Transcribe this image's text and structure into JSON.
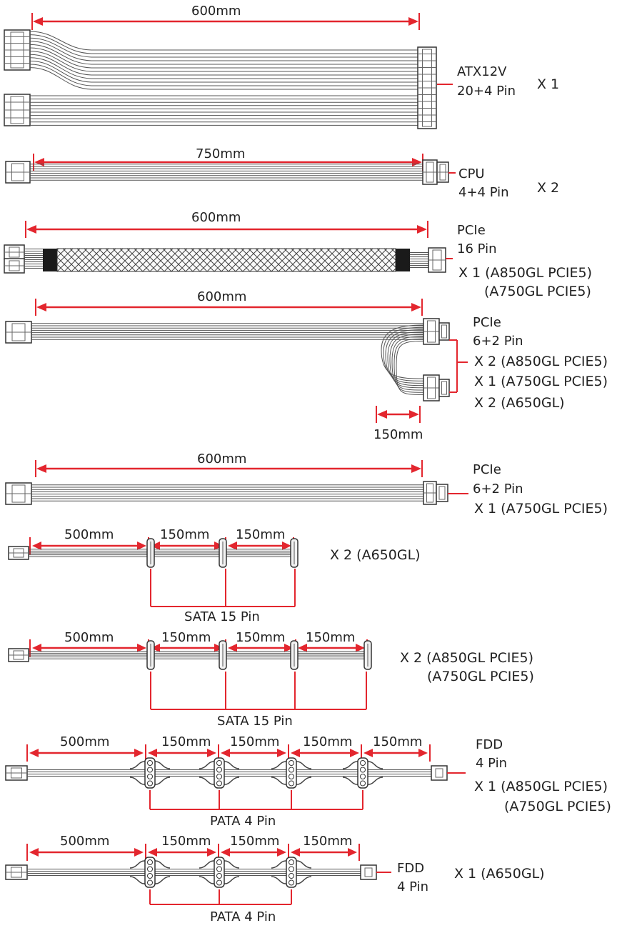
{
  "diagram": {
    "colors": {
      "dimension_line": "#e3262e",
      "cable": "#555555",
      "text": "#222222"
    },
    "cables": [
      {
        "length": "600mm",
        "connector": [
          "ATX12V",
          "20+4 Pin"
        ],
        "quantity": [
          "X 1"
        ]
      },
      {
        "length": "750mm",
        "connector": [
          "CPU",
          "4+4 Pin"
        ],
        "quantity": [
          "X 2"
        ]
      },
      {
        "length": "600mm",
        "connector": [
          "PCIe",
          "16 Pin"
        ],
        "quantity": [
          "X 1 (A850GL PCIE5)",
          "(A750GL PCIE5)"
        ]
      },
      {
        "length": "600mm",
        "branch_length": "150mm",
        "connector": [
          "PCIe",
          "6+2 Pin"
        ],
        "quantity": [
          "X 2 (A850GL PCIE5)",
          "X 1 (A750GL PCIE5)",
          "X 2 (A650GL)"
        ]
      },
      {
        "length": "600mm",
        "connector": [
          "PCIe",
          "6+2 Pin"
        ],
        "quantity": [
          "X 1 (A750GL PCIE5)"
        ]
      },
      {
        "segments": [
          "500mm",
          "150mm",
          "150mm"
        ],
        "connector": [
          "SATA 15 Pin"
        ],
        "quantity": [
          "X 2 (A650GL)"
        ]
      },
      {
        "segments": [
          "500mm",
          "150mm",
          "150mm",
          "150mm"
        ],
        "connector": [
          "SATA 15 Pin"
        ],
        "quantity": [
          "X 2 (A850GL PCIE5)",
          "(A750GL PCIE5)"
        ]
      },
      {
        "segments": [
          "500mm",
          "150mm",
          "150mm",
          "150mm",
          "150mm"
        ],
        "connector": [
          "PATA 4 Pin",
          "FDD",
          "4 Pin"
        ],
        "quantity": [
          "X 1 (A850GL PCIE5)",
          "(A750GL PCIE5)"
        ]
      },
      {
        "segments": [
          "500mm",
          "150mm",
          "150mm",
          "150mm"
        ],
        "connector": [
          "PATA 4 Pin",
          "FDD",
          "4 Pin"
        ],
        "quantity": [
          "X 1 (A650GL)"
        ]
      }
    ]
  }
}
